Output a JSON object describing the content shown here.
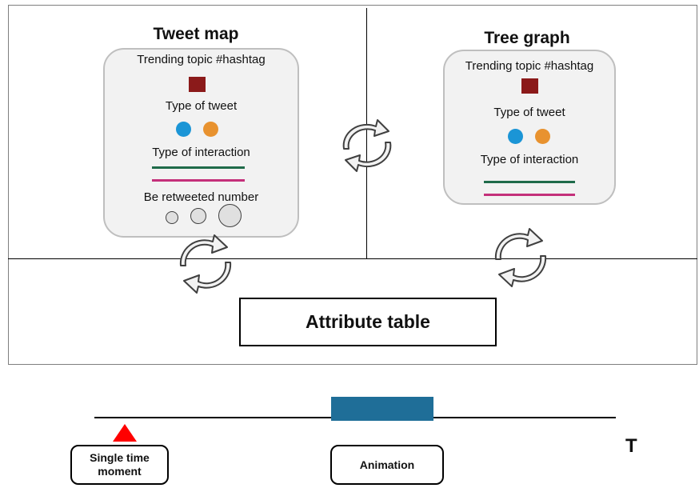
{
  "panels": {
    "tweet_map": {
      "title": "Tweet map",
      "legend": {
        "trending": "Trending topic #hashtag",
        "tweet_type": "Type of tweet",
        "interaction": "Type of interaction",
        "retweeted": "Be retweeted number"
      }
    },
    "tree_graph": {
      "title": "Tree graph",
      "legend": {
        "trending": "Trending topic #hashtag",
        "tweet_type": "Type of tweet",
        "interaction": "Type of interaction"
      }
    }
  },
  "attribute_table": "Attribute table",
  "timeline": {
    "axis_label": "T",
    "single_time_line1": "Single time",
    "single_time_line2": "moment",
    "animation": "Animation"
  },
  "colors": {
    "hashtag_square": "#8b1a1a",
    "tweet_type_blue": "#1b95d6",
    "tweet_type_orange": "#e8922f",
    "interaction_green": "#1f6b4a",
    "interaction_pink": "#c4307a",
    "animation_bar": "#1f6e98",
    "time_marker": "#ff0000"
  },
  "icons": {
    "sync": "sync-cycle-icon",
    "marker": "triangle-marker-icon"
  }
}
